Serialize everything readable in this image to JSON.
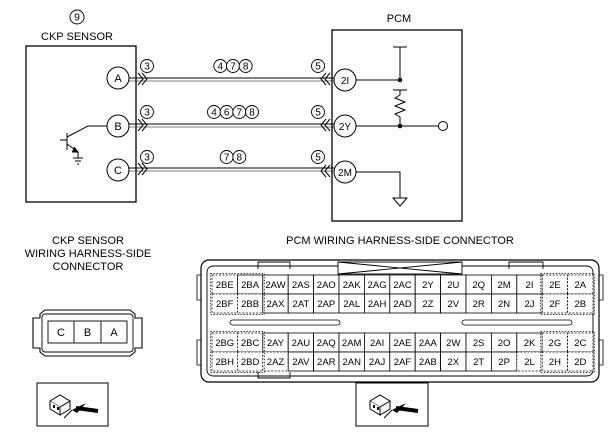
{
  "diagram": {
    "ckp_sensor": {
      "number": "9",
      "title": "CKP SENSOR",
      "terminals": [
        "A",
        "B",
        "C"
      ]
    },
    "pcm": {
      "title": "PCM",
      "terminals": [
        "2I",
        "2Y",
        "2M"
      ]
    },
    "wires": [
      {
        "from": "A",
        "to": "2I",
        "left_conn": "3",
        "mid": [
          "4",
          "7",
          "8"
        ],
        "right_conn": "5"
      },
      {
        "from": "B",
        "to": "2Y",
        "left_conn": "3",
        "mid": [
          "4",
          "6",
          "7",
          "8"
        ],
        "right_conn": "5"
      },
      {
        "from": "C",
        "to": "2M",
        "left_conn": "3",
        "mid": [
          "7",
          "8"
        ],
        "right_conn": "5"
      }
    ],
    "ckp_connector": {
      "title_lines": [
        "CKP SENSOR",
        "WIRING HARNESS-SIDE",
        "CONNECTOR"
      ],
      "pins": [
        "C",
        "B",
        "A"
      ]
    },
    "pcm_connector": {
      "title": "PCM WIRING HARNESS-SIDE CONNECTOR",
      "top_rows": [
        [
          "2BE",
          "2BA",
          "2AW",
          "2AS",
          "2AO",
          "2AK",
          "2AG",
          "2AC",
          "2Y",
          "2U",
          "2Q",
          "2M",
          "2I",
          "2E",
          "2A"
        ],
        [
          "2BF",
          "2BB",
          "2AX",
          "2AT",
          "2AP",
          "2AL",
          "2AH",
          "2AD",
          "2Z",
          "2V",
          "2R",
          "2N",
          "2J",
          "2F",
          "2B"
        ]
      ],
      "bottom_rows": [
        [
          "2BG",
          "2BC",
          "2AY",
          "2AU",
          "2AQ",
          "2AM",
          "2AI",
          "2AE",
          "2AA",
          "2W",
          "2S",
          "2O",
          "2K",
          "2G",
          "2C"
        ],
        [
          "2BH",
          "2BD",
          "2AZ",
          "2AV",
          "2AR",
          "2AN",
          "2AJ",
          "2AF",
          "2AB",
          "2X",
          "2T",
          "2P",
          "2L",
          "2H",
          "2D"
        ]
      ]
    }
  }
}
